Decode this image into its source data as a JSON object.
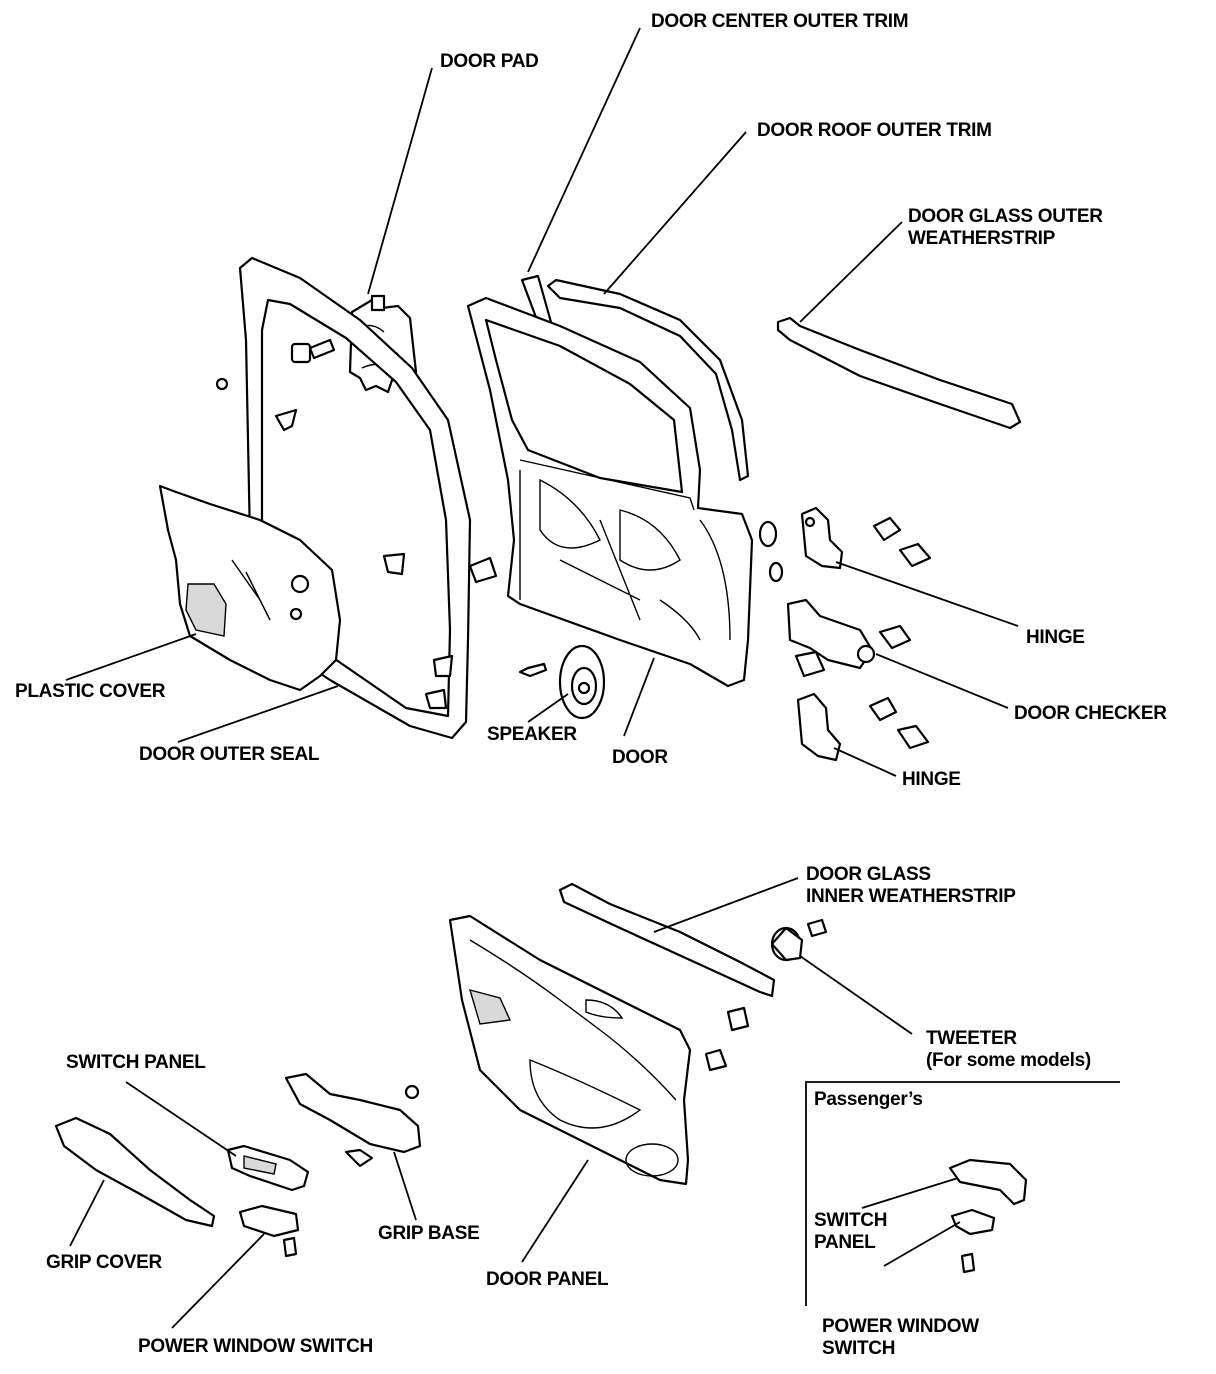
{
  "labels": {
    "door_center_outer_trim": "DOOR CENTER OUTER TRIM",
    "door_pad": "DOOR PAD",
    "door_roof_outer_trim": "DOOR ROOF OUTER TRIM",
    "door_glass_outer_weatherstrip": [
      "DOOR GLASS OUTER",
      "WEATHERSTRIP"
    ],
    "hinge_upper": "HINGE",
    "door_checker": "DOOR CHECKER",
    "hinge_lower": "HINGE",
    "plastic_cover": "PLASTIC COVER",
    "door_outer_seal": "DOOR OUTER SEAL",
    "speaker": "SPEAKER",
    "door": "DOOR",
    "door_glass_inner_weatherstrip": [
      "DOOR GLASS",
      "INNER WEATHERSTRIP"
    ],
    "tweeter": [
      "TWEETER",
      "(For some models)"
    ],
    "switch_panel": "SWITCH PANEL",
    "grip_base": "GRIP BASE",
    "grip_cover": "GRIP COVER",
    "door_panel": "DOOR PANEL",
    "power_window_switch": "POWER WINDOW SWITCH",
    "passengers": {
      "title": "Passenger’s",
      "switch_panel": [
        "SWITCH",
        "PANEL"
      ],
      "power_window_switch": [
        "POWER WINDOW",
        "SWITCH"
      ]
    }
  },
  "icons": {
    "bolt": "bolt-icon",
    "clip": "clip-icon",
    "screw": "screw-icon"
  },
  "colors": {
    "ink": "#000000",
    "paper": "#ffffff"
  }
}
